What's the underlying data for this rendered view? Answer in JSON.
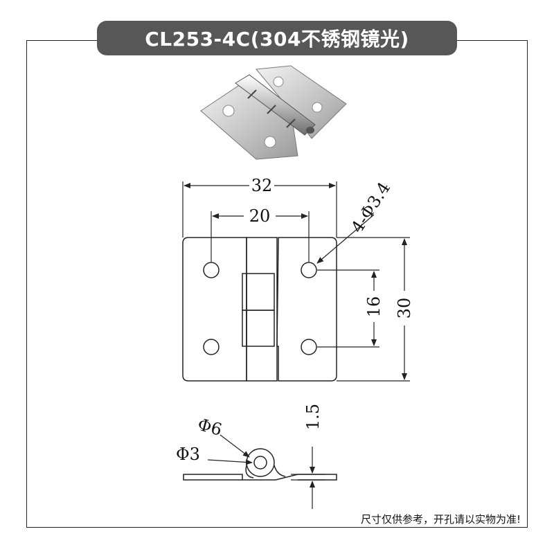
{
  "title": "CL253-4C(304不锈钢镜光)",
  "note": "尺寸仅供参考，开孔请以实物为准!",
  "dimensions": {
    "overall_width": "32",
    "hole_spacing_horizontal": "20",
    "hole_callout": "4-Φ3.4",
    "hole_spacing_vertical": "16",
    "overall_height": "30",
    "thickness": "1.5",
    "knuckle_outer_diameter": "Φ6",
    "pin_diameter": "Φ3"
  },
  "colors": {
    "title_bg": "#575757",
    "title_text": "#ffffff",
    "line": "#222222"
  }
}
